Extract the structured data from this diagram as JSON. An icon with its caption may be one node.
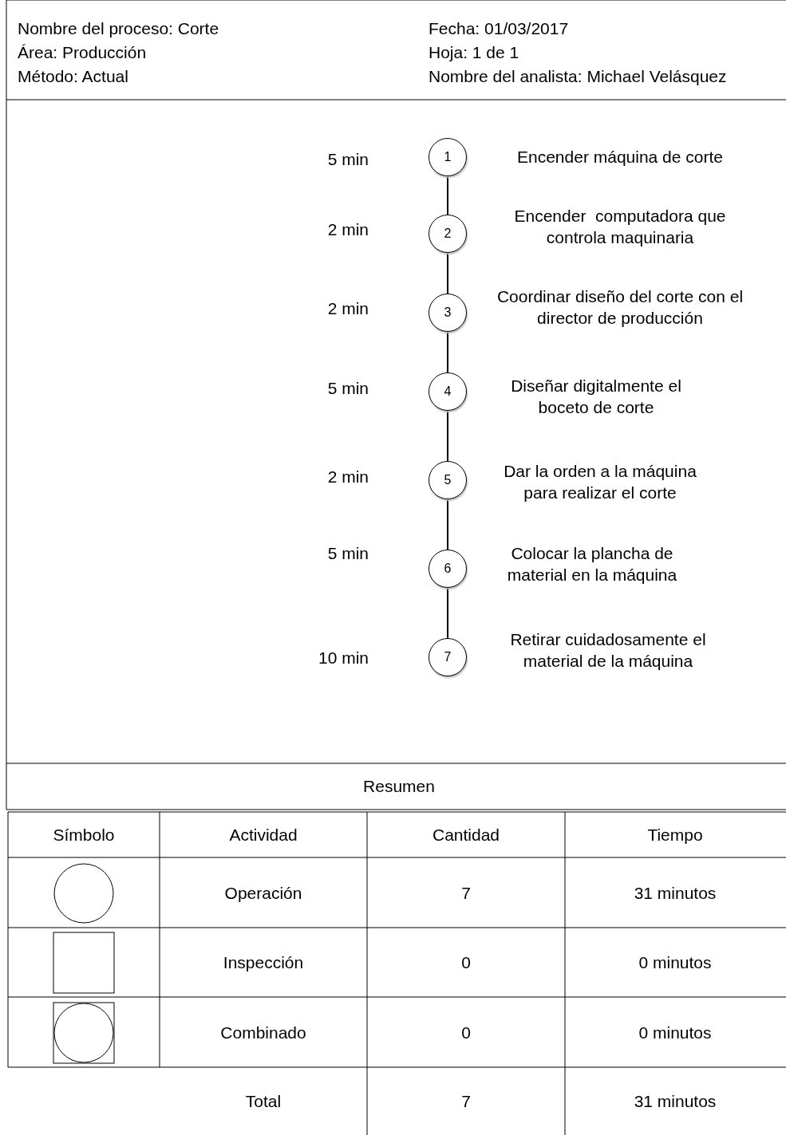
{
  "diagram": {
    "nodes": [
      {
        "text": [
          "1"
        ],
        "beside": [
          "5 min",
          "Encender máquina de corte"
        ]
      },
      {
        "text": [
          "2"
        ],
        "beside": [
          "2 min",
          "Encender  computadora que controla maquinaria"
        ]
      },
      {
        "text": [
          "3"
        ],
        "beside": [
          "2 min",
          "Coordinar diseño del corte con el director de producción"
        ]
      },
      {
        "text": [
          "4"
        ],
        "beside": [
          "5 min",
          "Diseñar digitalmente el boceto de corte"
        ]
      },
      {
        "text": [
          "5"
        ],
        "beside": [
          "2 min",
          "Dar la orden a la máquina para realizar el corte"
        ]
      },
      {
        "text": [
          "6"
        ],
        "beside": [
          "5 min",
          "Colocar la plancha de material en la máquina"
        ]
      },
      {
        "text": [
          "7"
        ],
        "beside": [
          "10 min",
          "Retirar cuidadosamente el material de la máquina"
        ]
      }
    ],
    "edges": [
      {
        "from": 0,
        "to": 1,
        "arrow": "none"
      },
      {
        "from": 1,
        "to": 2,
        "arrow": "none"
      },
      {
        "from": 2,
        "to": 3,
        "arrow": "none"
      },
      {
        "from": 3,
        "to": 4,
        "arrow": "none"
      },
      {
        "from": 4,
        "to": 5,
        "arrow": "none"
      },
      {
        "from": 5,
        "to": 6,
        "arrow": "none"
      }
    ],
    "labels": [
      "Nombre del proceso: Corte",
      "Fecha: 01/03/2017",
      "Área: Producción",
      "Hoja: 1 de 1",
      "Método: Actual",
      "Nombre del analista: Michael Velásquez",
      "Resumen",
      "Símbolo",
      "Actividad",
      "Cantidad",
      "Tiempo",
      "Operación",
      "7",
      "31 minutos",
      "Inspección",
      "0",
      "0 minutos",
      "Combinado",
      "0",
      "0 minutos",
      "Total",
      "7",
      "31 minutos"
    ]
  }
}
